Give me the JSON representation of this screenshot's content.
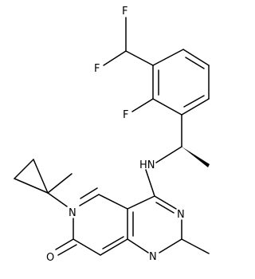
{
  "molecule": {
    "atom_labels": {
      "f_top": "F",
      "f_left": "F",
      "f_ortho": "F",
      "nh": "HN",
      "n_amide": "N",
      "n_pyr_upper": "N",
      "n_pyr_lower": "N",
      "o_carbonyl": "O"
    }
  }
}
